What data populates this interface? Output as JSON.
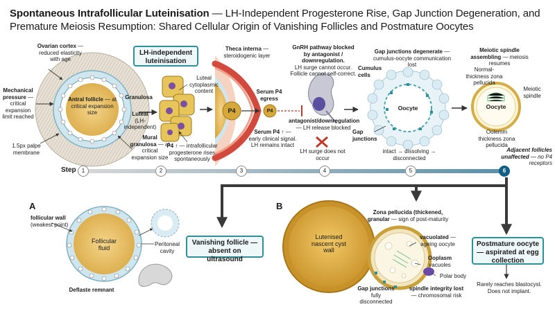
{
  "title": {
    "bold": "Spontaneous Intrafollicular Luteinisation",
    "rest": " — LH-Independent Progesterone Rise, Gap Junction Degeneration, and Premature Meiosis Resumption: Shared Cellular Origin of Vanishing Follicles and Postmature Oocytes"
  },
  "follicle": {
    "ovarian_cortex_bold": "Ovarian cortex",
    "ovarian_cortex_rest": " — reduced elasticity with age",
    "mech_bold": "Mechanical pressure",
    "mech_rest": " — critical expansion limit reached",
    "antral_bold": "Antral follicle",
    "antral_rest": " — at critical expansion size",
    "mural_bold": "Mural granulosa",
    "mural_rest": " — at critical expansion size",
    "palpe": "1.5px palpe membrane"
  },
  "lh_box": "LH-independent luteinisation",
  "granulosa": {
    "granulosa": "Granulosa",
    "luteal_bold": "Luteal",
    "luteal_rest": "(LH-independent)",
    "cytoplasmic": "Luteal cytoplasmic content",
    "p4_bold": "P4 ↑",
    "p4_rest": " — intrafollicular progesterone rises spontaneously"
  },
  "theca": {
    "bold": "Theca interna",
    "rest": " — steroidogenic layer",
    "p4_label": "P4",
    "serum_egress": "Serum P4 egress",
    "p4_small": "P4",
    "serum_up_bold": "Serum P4 ↑",
    "serum_up_rest": " — early clinical signal. LH remains intact"
  },
  "gnrh": {
    "bold": "GnRH pathway blocked by antagonist / downregulation.",
    "rest": "LH surge cannot occur. Follicle cannot self-correct.",
    "antag_bold": "antagonist/downregulation",
    "antag_rest": " — LH release blocked",
    "no_surge": "LH surge does not occur"
  },
  "gap": {
    "bold": "Gap junctions degenerate",
    "rest": " — cumulus-oocyte communication lost",
    "cumulus": "Cumulus cells",
    "oocyte": "Oocyte",
    "gap_label": "Gap junctions",
    "progress": "intact → dissolving → disconnected"
  },
  "meiotic": {
    "bold": "Meiotic spindle assembling",
    "rest": " — meiosis resumes",
    "normal_zp": "Normal-thickness zona pellucida",
    "spindle": "Meiotic spindle",
    "oocyte": "Oocyte",
    "oolemm": "Oolemm thickness zona pellucida",
    "adjacent_bold": "Adjacent follicles unaffected",
    "adjacent_rest": " — no P4 receptors"
  },
  "steps": {
    "label": "Step",
    "items": [
      "1",
      "2",
      "3",
      "4",
      "5",
      "6"
    ]
  },
  "panel_a": {
    "letter": "A",
    "wall_bold": "follicular wall",
    "wall_rest": "(weakest point)",
    "fluid": "Follicular fluid",
    "peritoneal": "Peritoneal cavity",
    "deflaste": "Deflaste remnant"
  },
  "vanishing_box": "Vanishing follicle — absent on ultrasound",
  "panel_b": {
    "letter": "B",
    "cyst": "Lutenised nascent cyst wall",
    "zp_bold": "Zona pellucida (thickened, granular",
    "zp_rest": " — sign of post-maturity",
    "vacuolated_bold": "vacuolated",
    "vacuolated_rest": " — ageing oocyte",
    "ooplasm_bold": "Ooplasm",
    "ooplasm_rest": "vacuoles",
    "polar": "Polar body",
    "gap_bold": "Gap junctions",
    "gap_rest": "fully disconnected",
    "spindle_bold": "spindle integrity lost",
    "spindle_rest": " — chromosomal risk"
  },
  "postmature_box": "Postmature oocyte — aspirated at egg collection",
  "rarely": "Rarely reaches blastocyst. Does not implant.",
  "colors": {
    "teal": "#2f8f98",
    "navy": "#0f5f86",
    "amber": "#c99a2e",
    "red": "#c0392b",
    "gray": "#555555"
  }
}
